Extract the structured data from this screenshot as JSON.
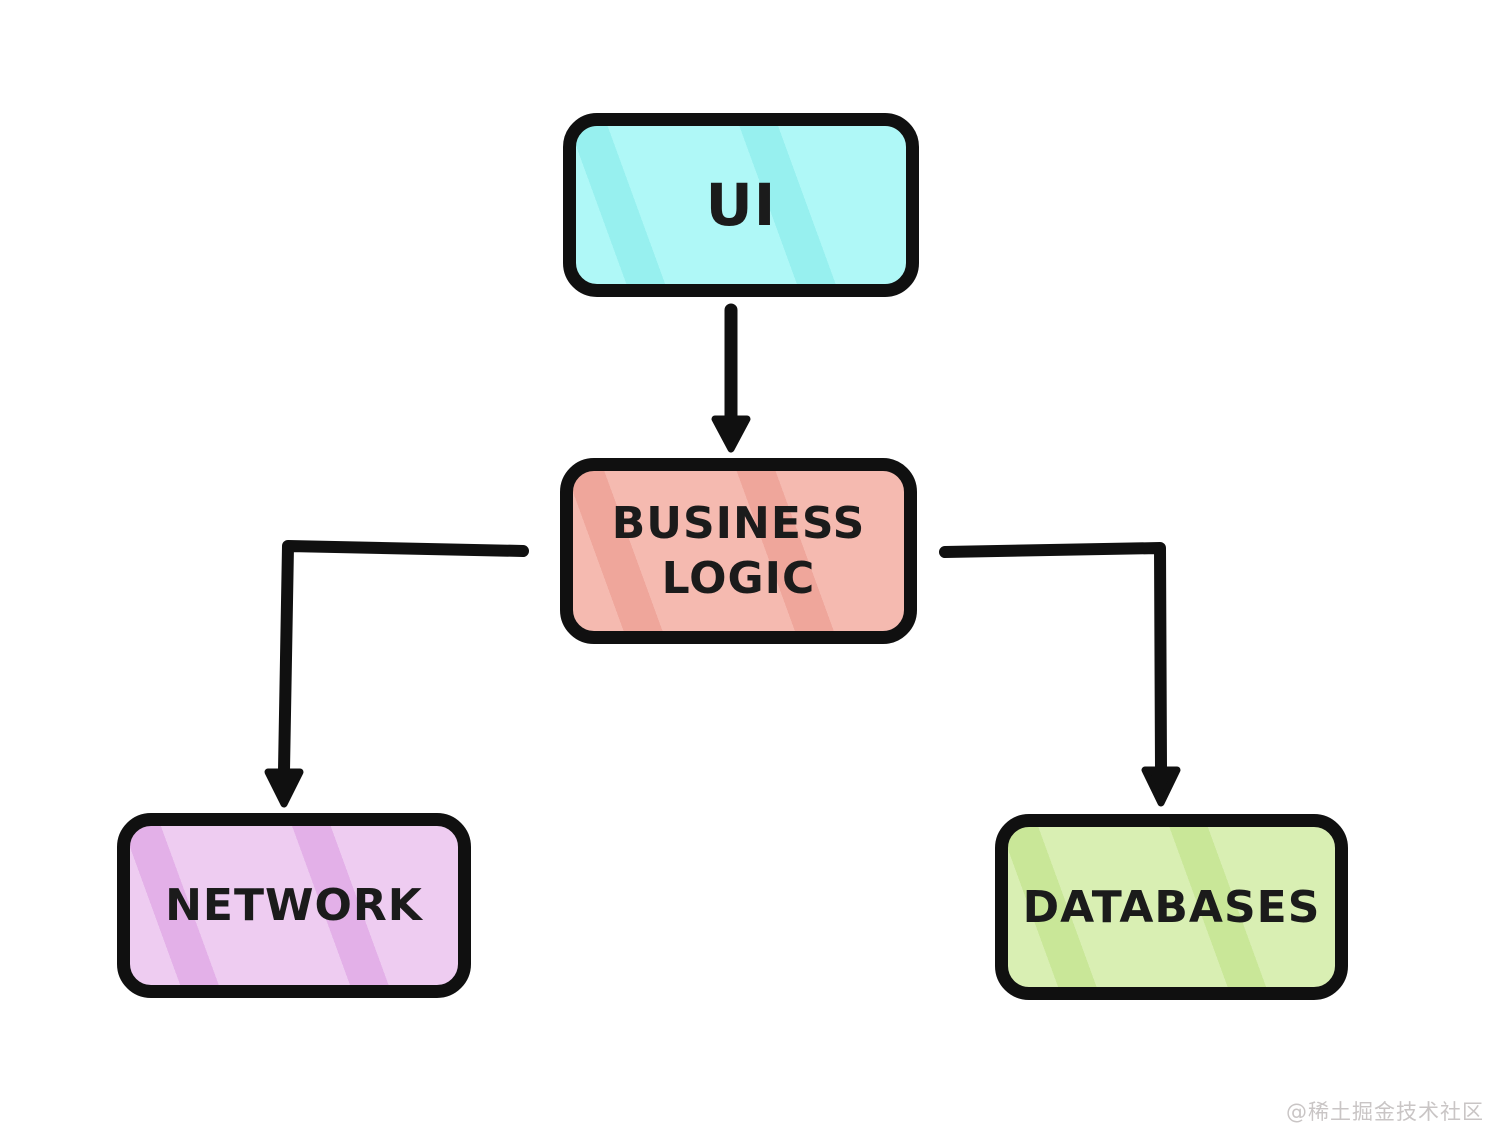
{
  "diagram": {
    "nodes": [
      {
        "id": "ui",
        "label": "UI",
        "fill": "#aff8f7",
        "stripe": "#97f0ef"
      },
      {
        "id": "business-logic",
        "label": "BUSINESS LOGIC",
        "fill": "#f5bab0",
        "stripe": "#efa69b"
      },
      {
        "id": "network",
        "label": "NETWORK",
        "fill": "#eeccf1",
        "stripe": "#e3b0e8"
      },
      {
        "id": "databases",
        "label": "DATABASES",
        "fill": "#d9efb3",
        "stripe": "#c9e798"
      }
    ],
    "edges": [
      {
        "from": "ui",
        "to": "business-logic"
      },
      {
        "from": "business-logic",
        "to": "network"
      },
      {
        "from": "business-logic",
        "to": "databases"
      }
    ],
    "stroke_color": "#101010",
    "text_color": "#1b1b1b"
  },
  "watermark": {
    "text": "@稀土掘金技术社区",
    "color": "#c9c5c5"
  }
}
